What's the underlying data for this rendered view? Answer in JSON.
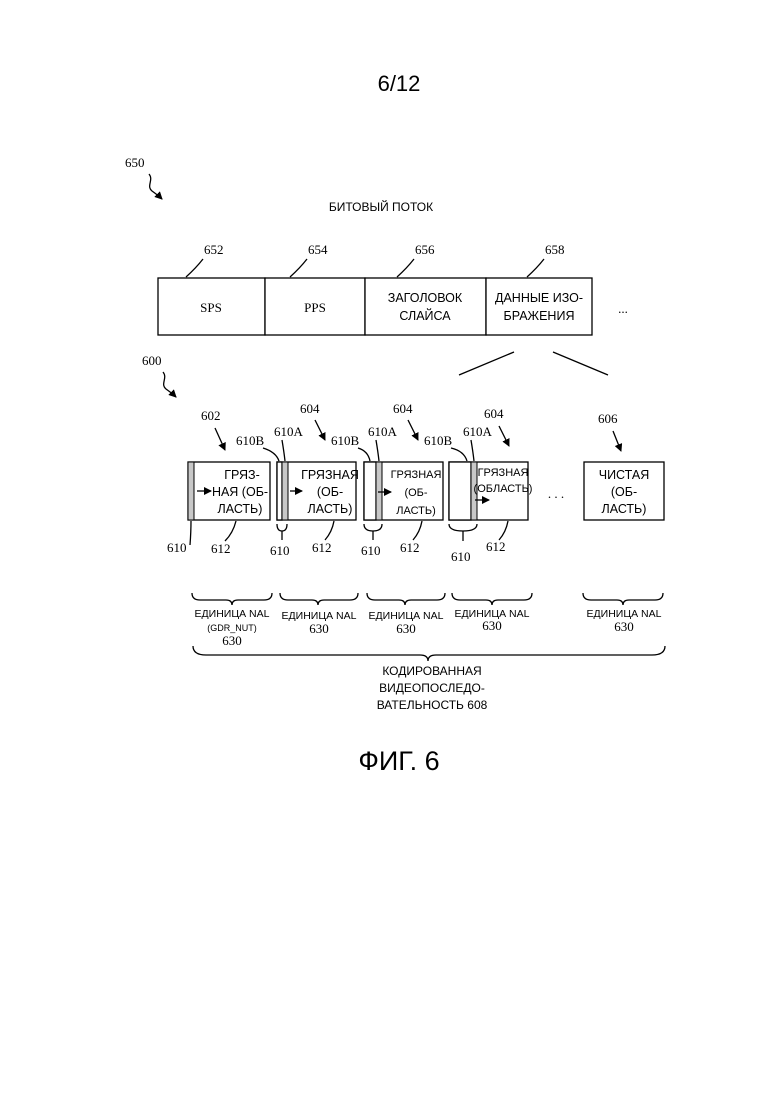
{
  "page_number": "6/12",
  "figure_caption": "ФИГ. 6",
  "bitstream": {
    "ref": "650",
    "title": "БИТОВЫЙ ПОТОК",
    "cells": [
      {
        "ref": "652",
        "lines": [
          "SPS"
        ]
      },
      {
        "ref": "654",
        "lines": [
          "PPS"
        ]
      },
      {
        "ref": "656",
        "lines": [
          "ЗАГОЛОВОК",
          "СЛАЙСА"
        ]
      },
      {
        "ref": "658",
        "lines": [
          "ДАННЫЕ ИЗО-",
          "БРАЖЕНИЯ"
        ]
      }
    ],
    "ellipsis": "..."
  },
  "sequence": {
    "ref": "600",
    "pictures": [
      {
        "ref": "602",
        "lines": [
          "ГРЯЗ-",
          "НАЯ (ОБ-",
          "ЛАСТЬ)"
        ],
        "left_ref": "",
        "right_ref": "",
        "bottom_left": "610",
        "bottom_right": "612"
      },
      {
        "ref": "604",
        "lines": [
          "ГРЯЗНАЯ",
          "(ОБ-",
          "ЛАСТЬ)"
        ],
        "left_ref": "610B",
        "right_ref": "610A",
        "bottom_left": "610",
        "bottom_right": "612"
      },
      {
        "ref": "604",
        "lines": [
          "ГРЯЗНАЯ",
          "(ОБ-",
          "ЛАСТЬ)"
        ],
        "left_ref": "610B",
        "right_ref": "610A",
        "bottom_left": "610",
        "bottom_right": "612"
      },
      {
        "ref": "604",
        "lines": [
          "ГРЯЗНАЯ",
          "(ОБЛАСТЬ)"
        ],
        "left_ref": "610B",
        "right_ref": "610A",
        "bottom_left": "610",
        "bottom_right": "612"
      },
      {
        "ref": "606",
        "lines": [
          "ЧИСТАЯ",
          "(ОБ-",
          "ЛАСТЬ)"
        ],
        "left_ref": "",
        "right_ref": "",
        "bottom_left": "",
        "bottom_right": ""
      }
    ],
    "ellipsis": ". . .",
    "nal_units": [
      {
        "label": "ЕДИНИЦА NAL",
        "sub": "(GDR_NUT)",
        "ref": "630"
      },
      {
        "label": "ЕДИНИЦА NAL",
        "sub": "",
        "ref": "630"
      },
      {
        "label": "ЕДИНИЦА NAL",
        "sub": "",
        "ref": "630"
      },
      {
        "label": "ЕДИНИЦА NAL",
        "sub": "",
        "ref": "630"
      },
      {
        "label": "ЕДИНИЦА NAL",
        "sub": "",
        "ref": "630"
      }
    ],
    "coded_video_sequence": [
      "КОДИРОВАННАЯ",
      "ВИДЕОПОСЛЕДО-",
      "ВАТЕЛЬНОСТЬ 608"
    ]
  }
}
